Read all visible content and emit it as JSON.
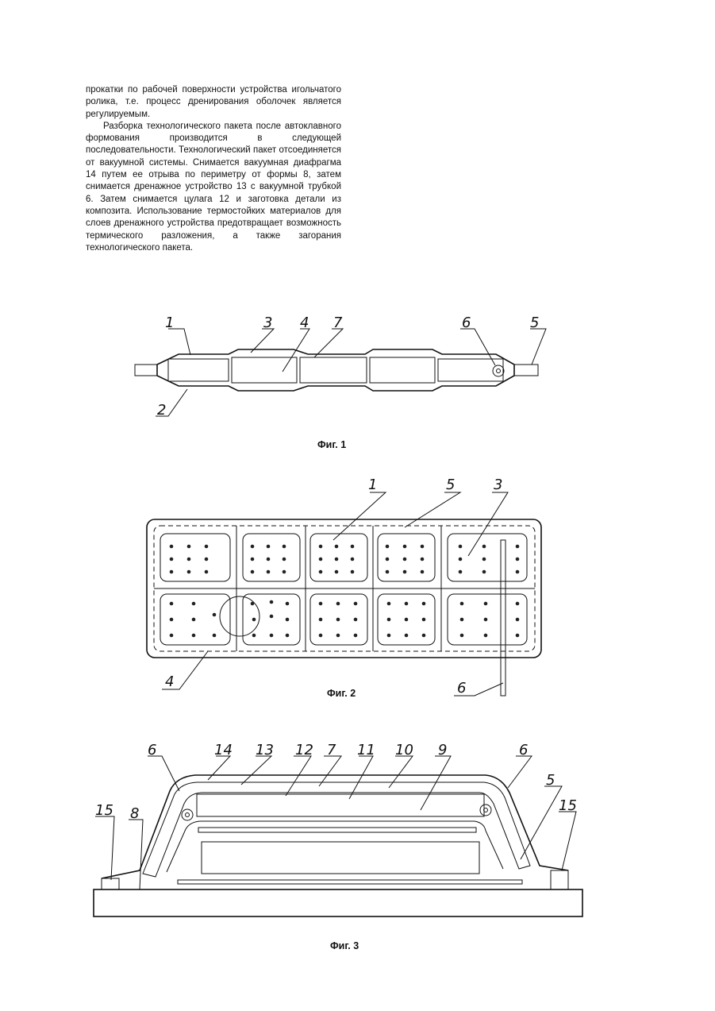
{
  "text": {
    "p1": "прокатки по рабочей поверхности устройства игольчатого ролика, т.е. процесс дренирования оболочек является регулируемым.",
    "p2": "Разборка технологического пакета после автоклавного формования производится в следующей последовательности. Технологический пакет отсоединяется от вакуумной системы. Снимается вакуумная диафрагма 14 путем ее отрыва по периметру от формы 8, затем снимается дренажное устройство 13 с вакуумной трубкой 6. Затем снимается цулага 12 и заготовка детали из композита. Использование термостойких материалов для слоев дренажного устройства предотвращает возможность термического разложения, а также загорания технологического пакета."
  },
  "fig1": {
    "caption": "Фиг. 1",
    "labels": [
      "1",
      "3",
      "4",
      "7",
      "6",
      "5",
      "2"
    ]
  },
  "fig2": {
    "caption": "Фиг. 2",
    "labels": [
      "1",
      "5",
      "3",
      "4",
      "6"
    ]
  },
  "fig3": {
    "caption": "Фиг. 3",
    "labels": [
      "6",
      "14",
      "13",
      "12",
      "7",
      "11",
      "10",
      "9",
      "6",
      "5",
      "15",
      "8",
      "15"
    ]
  }
}
